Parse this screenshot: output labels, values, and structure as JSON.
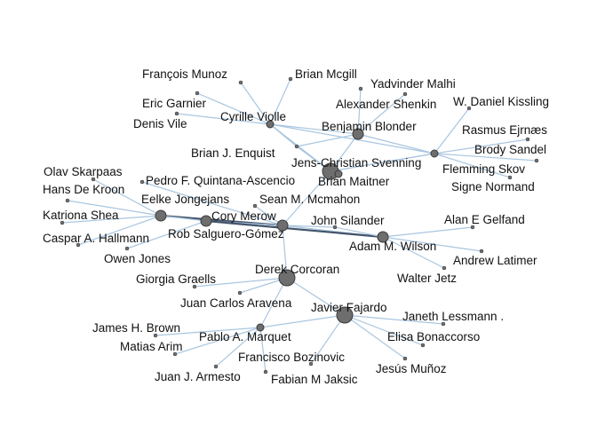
{
  "network": {
    "colors": {
      "edge": "#a9c6e0",
      "edge_strong": "#44546a",
      "node_fill": "#6e6e6e",
      "node_stroke": "#3a3a3a",
      "label": "#111111"
    },
    "nodes": [
      {
        "id": "jens",
        "label": "Jens-Christian Svenning",
        "size": "large"
      },
      {
        "id": "brian_m",
        "label": "Brian Maitner",
        "size": "small"
      },
      {
        "id": "blonder",
        "label": "Benjamin Blonder",
        "size": "medium"
      },
      {
        "id": "violle",
        "label": "Cyrille Violle",
        "size": "small"
      },
      {
        "id": "enquist",
        "label": "Brian J. Enquist",
        "size": "tiny"
      },
      {
        "id": "merow",
        "label": "Cory Merow",
        "size": "medium"
      },
      {
        "id": "jongejans",
        "label": "Eelke Jongejans",
        "size": "medium"
      },
      {
        "id": "salguero",
        "label": "Rob Salguero-Gómez",
        "size": "medium"
      },
      {
        "id": "wilson",
        "label": "Adam M. Wilson",
        "size": "medium"
      },
      {
        "id": "silander",
        "label": "John Silander",
        "size": "tiny"
      },
      {
        "id": "mcmahon",
        "label": "Sean M. Mcmahon",
        "size": "tiny"
      },
      {
        "id": "corcoran",
        "label": "Derek Corcoran",
        "size": "large"
      },
      {
        "id": "fajardo",
        "label": "Javier Fajardo",
        "size": "large"
      },
      {
        "id": "marquet",
        "label": "Pablo A. Marquet",
        "size": "small"
      },
      {
        "id": "ejrnaes",
        "label": "Rasmus Ejrnæs",
        "size": "small"
      },
      {
        "id": "munoz",
        "label": "François Munoz",
        "size": "tiny"
      },
      {
        "id": "mcgill",
        "label": "Brian Mcgill",
        "size": "tiny"
      },
      {
        "id": "malhi",
        "label": "Yadvinder Malhi",
        "size": "tiny"
      },
      {
        "id": "shenkin",
        "label": "Alexander Shenkin",
        "size": "tiny"
      },
      {
        "id": "kissling",
        "label": "W. Daniel Kissling",
        "size": "tiny"
      },
      {
        "id": "garnier",
        "label": "Eric Garnier",
        "size": "tiny"
      },
      {
        "id": "vile",
        "label": "Denis Vile",
        "size": "tiny"
      },
      {
        "id": "sandel",
        "label": "Brody Sandel",
        "size": "tiny"
      },
      {
        "id": "skov",
        "label": "Flemming Skov",
        "size": "tiny"
      },
      {
        "id": "normand",
        "label": "Signe Normand",
        "size": "tiny"
      },
      {
        "id": "skarpaas",
        "label": "Olav Skarpaas",
        "size": "tiny"
      },
      {
        "id": "quintana",
        "label": "Pedro F. Quintana-Ascencio",
        "size": "tiny"
      },
      {
        "id": "dekroon",
        "label": "Hans De Kroon",
        "size": "tiny"
      },
      {
        "id": "shea",
        "label": "Katriona Shea",
        "size": "tiny"
      },
      {
        "id": "hallmann",
        "label": "Caspar A. Hallmann",
        "size": "tiny"
      },
      {
        "id": "jones",
        "label": "Owen Jones",
        "size": "tiny"
      },
      {
        "id": "gelfand",
        "label": "Alan E Gelfand",
        "size": "tiny"
      },
      {
        "id": "latimer",
        "label": "Andrew Latimer",
        "size": "tiny"
      },
      {
        "id": "jetz",
        "label": "Walter Jetz",
        "size": "tiny"
      },
      {
        "id": "graells",
        "label": "Giorgia Graells",
        "size": "tiny"
      },
      {
        "id": "aravena",
        "label": "Juan Carlos Aravena",
        "size": "tiny"
      },
      {
        "id": "lessmann",
        "label": "Janeth Lessmann .",
        "size": "tiny"
      },
      {
        "id": "bonaccorso",
        "label": "Elisa Bonaccorso",
        "size": "tiny"
      },
      {
        "id": "munoz_j",
        "label": "Jesús Muñoz",
        "size": "tiny"
      },
      {
        "id": "brown",
        "label": "James H. Brown",
        "size": "tiny"
      },
      {
        "id": "arim",
        "label": "Matias Arim",
        "size": "tiny"
      },
      {
        "id": "bozinovic",
        "label": "Francisco Bozinovic",
        "size": "tiny"
      },
      {
        "id": "jaksic",
        "label": "Fabian M Jaksic",
        "size": "tiny"
      },
      {
        "id": "armesto",
        "label": "Juan J. Armesto",
        "size": "tiny"
      }
    ],
    "edges": [
      [
        "jens",
        "brian_m"
      ],
      [
        "jens",
        "blonder"
      ],
      [
        "jens",
        "violle"
      ],
      [
        "jens",
        "enquist"
      ],
      [
        "jens",
        "merow"
      ],
      [
        "jens",
        "ejrnaes"
      ],
      [
        "blonder",
        "violle"
      ],
      [
        "blonder",
        "enquist"
      ],
      [
        "blonder",
        "malhi"
      ],
      [
        "blonder",
        "shenkin"
      ],
      [
        "blonder",
        "ejrnaes"
      ],
      [
        "violle",
        "munoz"
      ],
      [
        "violle",
        "mcgill"
      ],
      [
        "violle",
        "garnier"
      ],
      [
        "violle",
        "vile"
      ],
      [
        "violle",
        "enquist"
      ],
      [
        "violle",
        "ejrnaes"
      ],
      [
        "ejrnaes",
        "kissling"
      ],
      [
        "ejrnaes",
        "sandel"
      ],
      [
        "ejrnaes",
        "skov"
      ],
      [
        "ejrnaes",
        "normand"
      ],
      [
        "ejrnaes",
        "jens"
      ],
      [
        "merow",
        "jongejans"
      ],
      [
        "merow",
        "salguero"
      ],
      [
        "merow",
        "mcmahon"
      ],
      [
        "merow",
        "silander"
      ],
      [
        "merow",
        "wilson"
      ],
      [
        "merow",
        "corcoran"
      ],
      [
        "merow",
        "quintana"
      ],
      [
        "jongejans",
        "salguero"
      ],
      [
        "jongejans",
        "skarpaas"
      ],
      [
        "jongejans",
        "dekroon"
      ],
      [
        "jongejans",
        "shea"
      ],
      [
        "jongejans",
        "hallmann"
      ],
      [
        "salguero",
        "jones"
      ],
      [
        "salguero",
        "wilson"
      ],
      [
        "wilson",
        "gelfand"
      ],
      [
        "wilson",
        "latimer"
      ],
      [
        "wilson",
        "jetz"
      ],
      [
        "wilson",
        "silander"
      ],
      [
        "corcoran",
        "fajardo"
      ],
      [
        "corcoran",
        "graells"
      ],
      [
        "corcoran",
        "aravena"
      ],
      [
        "corcoran",
        "marquet"
      ],
      [
        "fajardo",
        "lessmann"
      ],
      [
        "fajardo",
        "bonaccorso"
      ],
      [
        "fajardo",
        "munoz_j"
      ],
      [
        "fajardo",
        "marquet"
      ],
      [
        "fajardo",
        "bozinovic"
      ],
      [
        "marquet",
        "brown"
      ],
      [
        "marquet",
        "arim"
      ],
      [
        "marquet",
        "armesto"
      ],
      [
        "marquet",
        "jaksic"
      ]
    ],
    "strong_edges": [
      [
        "salguero",
        "wilson"
      ],
      [
        "jongejans",
        "merow"
      ]
    ]
  }
}
